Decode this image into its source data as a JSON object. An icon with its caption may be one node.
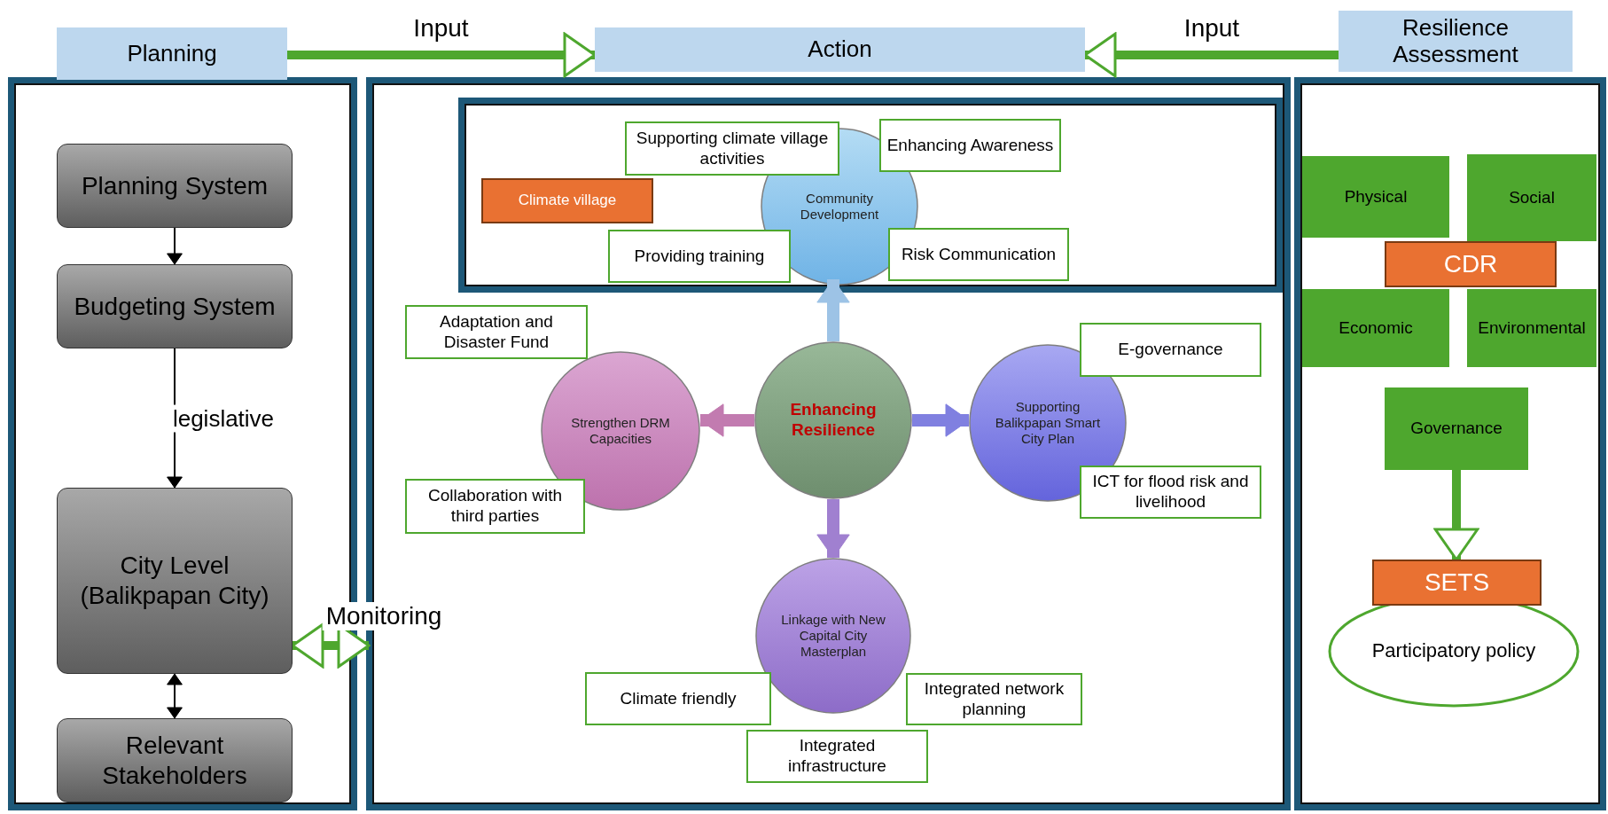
{
  "diagram": {
    "nodes": [
      {
        "text": [
          "Planning"
        ]
      },
      {
        "text": [
          "Planning System"
        ],
        "in": 0
      },
      {
        "text": [
          "Budgeting System"
        ],
        "in": 0
      },
      {
        "text": [
          "City Level (Balikpapan City)"
        ],
        "in": 0
      },
      {
        "text": [
          "Relevant Stakeholders"
        ],
        "in": 0
      },
      {
        "text": [
          "Action"
        ]
      },
      {
        "text": [],
        "shape": "box",
        "in": 5
      },
      {
        "text": [
          "Supporting climate village activities"
        ],
        "in": 6
      },
      {
        "text": [
          "Enhancing Awareness"
        ],
        "in": 6
      },
      {
        "text": [
          "Climate village"
        ],
        "in": 6
      },
      {
        "text": [
          "Community Development"
        ],
        "in": 6
      },
      {
        "text": [
          "Providing training"
        ],
        "in": 6
      },
      {
        "text": [
          "Risk Communication"
        ],
        "in": 6
      },
      {
        "text": [
          "Adaptation and Disaster Fund"
        ],
        "in": 5
      },
      {
        "text": [
          "Strengthen DRM Capacities"
        ],
        "in": 5
      },
      {
        "text": [
          "Enhancing Resilience"
        ],
        "in": 5
      },
      {
        "text": [
          "Supporting Balikpapan Smart City Plan"
        ],
        "in": 5
      },
      {
        "text": [
          "E-governance"
        ],
        "in": 5
      },
      {
        "text": [
          "ICT for flood risk and livelihood"
        ],
        "in": 5
      },
      {
        "text": [
          "Collaboration with third parties"
        ],
        "in": 5
      },
      {
        "text": [
          "Linkage with New Capital City Masterplan"
        ],
        "in": 5
      },
      {
        "text": [
          "Climate friendly"
        ],
        "in": 5
      },
      {
        "text": [
          "Integrated network planning"
        ],
        "in": 5
      },
      {
        "text": [
          "Integrated infrastructure"
        ],
        "in": 5
      },
      {
        "text": [
          "Resilience Assessment"
        ]
      },
      {
        "text": [
          "Physical"
        ],
        "in": 24
      },
      {
        "text": [
          "Social"
        ],
        "in": 24
      },
      {
        "text": [
          "CDR"
        ],
        "in": 24
      },
      {
        "text": [
          "Economic"
        ],
        "in": 24
      },
      {
        "text": [
          "Environmental"
        ],
        "in": 24
      },
      {
        "text": [
          "Governance"
        ],
        "in": 24
      },
      {
        "text": [
          "SETS"
        ],
        "in": 24
      },
      {
        "text": [
          "Participatory policy"
        ],
        "in": 24
      }
    ],
    "edges": [
      {
        "from": 1,
        "to": 2,
        "arrow": "to",
        "color": "#000000"
      },
      {
        "from": 2,
        "to": 3,
        "arrow": "to",
        "label": "legislative",
        "color": "#000000"
      },
      {
        "from": 3,
        "to": 4,
        "arrow": "both",
        "color": "#000000"
      },
      {
        "from": 0,
        "to": 5,
        "arrow": "to",
        "label": "Input",
        "color": "#4ea72e"
      },
      {
        "from": 24,
        "to": 5,
        "arrow": "to",
        "label": "Input",
        "color": "#4ea72e"
      },
      {
        "from": 3,
        "to": 5,
        "arrow": "both",
        "label": "Monitoring",
        "color": "#4ea72e"
      },
      {
        "from": 15,
        "to": 10,
        "arrow": "to",
        "color": "#9dc3e6"
      },
      {
        "from": 15,
        "to": 14,
        "arrow": "to",
        "color": "#c27bb0"
      },
      {
        "from": 15,
        "to": 16,
        "arrow": "to",
        "color": "#8080e0"
      },
      {
        "from": 15,
        "to": 20,
        "arrow": "to",
        "color": "#a080d0"
      },
      {
        "from": 30,
        "to": 31,
        "arrow": "to",
        "color": "#4ea72e"
      }
    ]
  }
}
